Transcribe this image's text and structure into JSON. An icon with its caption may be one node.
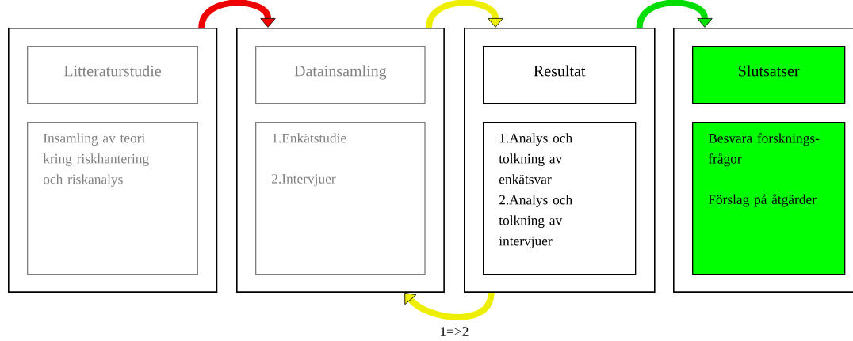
{
  "diagram": {
    "nodes": [
      {
        "text": [],
        "shape": "box"
      },
      {
        "text": [
          "Litteraturstudie"
        ],
        "in": 0
      },
      {
        "text": [
          "Insamling av teori kring riskhantering och riskanalys"
        ],
        "in": 0
      },
      {
        "text": [],
        "shape": "box"
      },
      {
        "text": [
          "Datainsamling"
        ],
        "in": 3
      },
      {
        "text": [
          "1.Enkätstudie",
          "2.Intervjuer"
        ],
        "in": 3
      },
      {
        "text": [],
        "shape": "box"
      },
      {
        "text": [
          "Resultat"
        ],
        "in": 6
      },
      {
        "text": [
          "1.Analys och tolkning av enkätsvar",
          "2.Analys och tolkning av intervjuer"
        ],
        "in": 6
      },
      {
        "text": [],
        "shape": "box"
      },
      {
        "text": [
          "Slutsatser"
        ],
        "in": 9
      },
      {
        "text": [
          "Besvara forsknings-frågor",
          "Förslag på åtgärder"
        ],
        "in": 9
      }
    ],
    "edges": [
      {
        "from": 0,
        "to": 3,
        "arrow": "to",
        "color": "#ee0000"
      },
      {
        "from": 3,
        "to": 6,
        "arrow": "to",
        "color": "#eeee00"
      },
      {
        "from": 6,
        "to": 9,
        "arrow": "to",
        "color": "#00dd00"
      },
      {
        "from": 6,
        "to": 3,
        "arrow": "to",
        "label": "1=>2",
        "color": "#eeee00"
      }
    ]
  }
}
